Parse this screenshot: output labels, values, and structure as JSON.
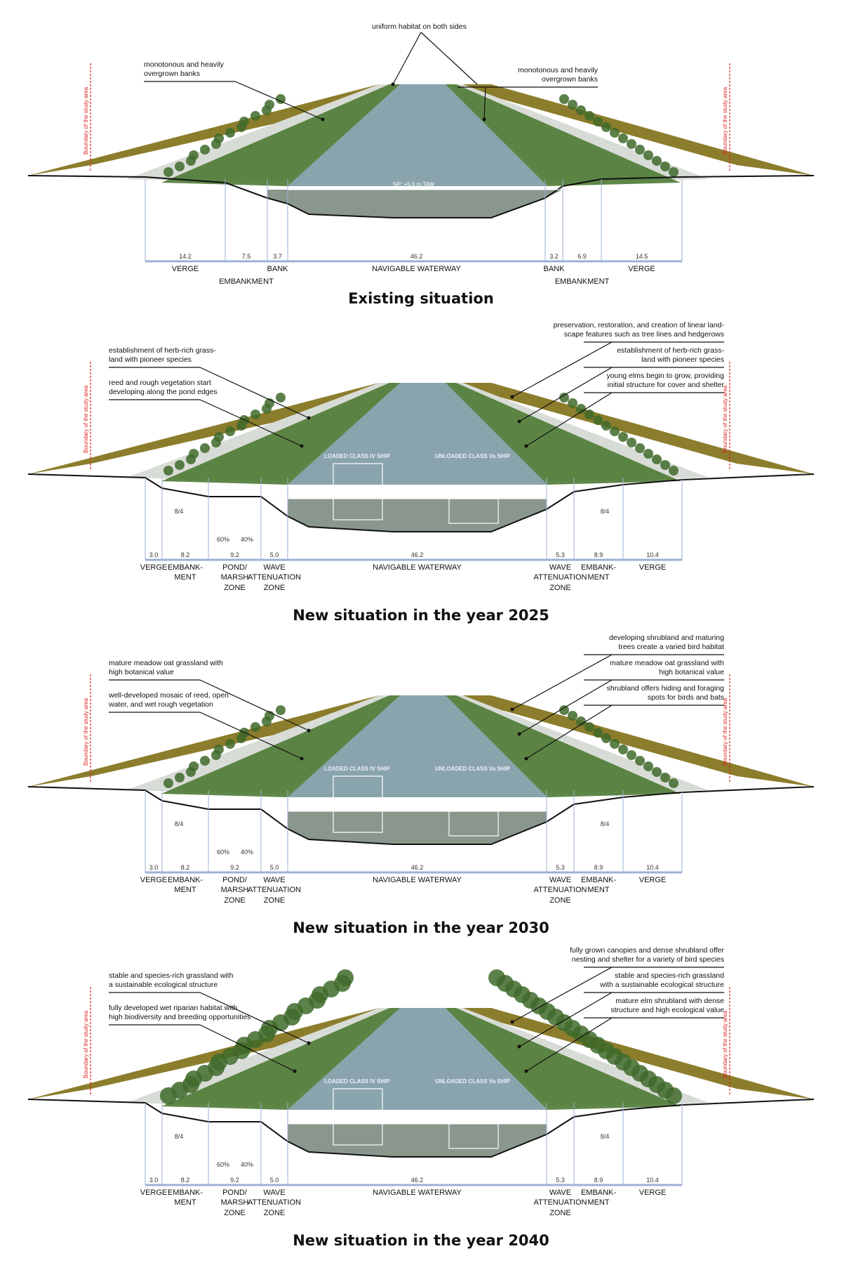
{
  "boundary_label": "Boundary of the study area",
  "water_level": "NP: +5.6 m TAW",
  "ships": {
    "loaded": "LOADED CLASS IV SHIP",
    "unloaded": "UNLOADED CLASS Va SHIP"
  },
  "slope": "8/4",
  "pond_ratios": [
    "60%",
    "40%"
  ],
  "colors": {
    "grass": "#8c7d2c",
    "veg": "#4e7a34",
    "water": "#8aa4ad",
    "boundary": "#dd2222",
    "dimline": "#9db0d6"
  },
  "panels": [
    {
      "title": "Existing situation",
      "annotations": [
        {
          "text": "uniform habitat on both sides",
          "side": "c"
        },
        {
          "text": "monotonous and heavily\novergrown banks",
          "side": "l"
        },
        {
          "text": "monotonous and heavily\novergrown banks",
          "side": "r"
        }
      ],
      "dims": [
        "14.2",
        "7.5",
        "3.7",
        "46.2",
        "3.2",
        "6.9",
        "14.5"
      ],
      "zones": [
        "VERGE",
        "EMBANKMENT",
        "BANK",
        "NAVIGABLE WATERWAY",
        "BANK",
        "EMBANKMENT",
        "VERGE"
      ]
    },
    {
      "title": "New situation in the year 2025",
      "annotations": [
        {
          "text": "establishment of herb-rich grass-\nland with pioneer species",
          "side": "l"
        },
        {
          "text": "reed and rough vegetation start\ndeveloping along the pond edges",
          "side": "l"
        },
        {
          "text": "preservation, restoration, and creation of linear land-\nscape features such as tree lines and hedgerows",
          "side": "r"
        },
        {
          "text": "establishment of herb-rich grass-\nland with pioneer species",
          "side": "r"
        },
        {
          "text": "young elms begin to grow, providing\ninitial structure for cover and shelter",
          "side": "r"
        }
      ],
      "dims": [
        "3.0",
        "8.2",
        "9.2",
        "5.0",
        "46.2",
        "5.3",
        "8.9",
        "10.4"
      ],
      "zones": [
        "VERGE",
        "EMBANK-\nMENT",
        "POND/\nMARSH\nZONE",
        "WAVE\nATTENUATION\nZONE",
        "NAVIGABLE WATERWAY",
        "WAVE\nATTENUATION\nZONE",
        "EMBANK-\nMENT",
        "VERGE"
      ]
    },
    {
      "title": "New situation in the year 2030",
      "annotations": [
        {
          "text": "mature meadow oat grassland with\nhigh botanical value",
          "side": "l"
        },
        {
          "text": "well-developed mosaic of reed, open\nwater, and wet rough vegetation",
          "side": "l"
        },
        {
          "text": "developing shrubland and maturing\ntrees create a varied bird habitat",
          "side": "r"
        },
        {
          "text": "mature meadow oat grassland with\nhigh botanical value",
          "side": "r"
        },
        {
          "text": "shrubland offers hiding and foraging\nspots for birds and bats",
          "side": "r"
        }
      ],
      "dims": [
        "3.0",
        "8.2",
        "9.2",
        "5.0",
        "46.2",
        "5.3",
        "8.9",
        "10.4"
      ],
      "zones": [
        "VERGE",
        "EMBANK-\nMENT",
        "POND/\nMARSH\nZONE",
        "WAVE\nATTENUATION\nZONE",
        "NAVIGABLE WATERWAY",
        "WAVE\nATTENUATION\nZONE",
        "EMBANK-\nMENT",
        "VERGE"
      ]
    },
    {
      "title": "New situation in the year 2040",
      "annotations": [
        {
          "text": "stable and species-rich grassland with\na sustainable ecological structure",
          "side": "l"
        },
        {
          "text": "fully developed wet riparian habitat with\nhigh biodiversity and breeding opportunities",
          "side": "l"
        },
        {
          "text": "fully grown canopies and dense shrubland offer\nnesting and shelter for a variety of bird species",
          "side": "r"
        },
        {
          "text": "stable and species-rich grassland\nwith a sustainable ecological structure",
          "side": "r"
        },
        {
          "text": "mature elm shrubland with dense\nstructure and high ecological value",
          "side": "r"
        }
      ],
      "dims": [
        "3.0",
        "8.2",
        "9.2",
        "5.0",
        "46.2",
        "5.3",
        "8.9",
        "10.4"
      ],
      "zones": [
        "VERGE",
        "EMBANK-\nMENT",
        "POND/\nMARSH\nZONE",
        "WAVE\nATTENUATION\nZONE",
        "NAVIGABLE WATERWAY",
        "WAVE\nATTENUATION\nZONE",
        "EMBANK-\nMENT",
        "VERGE"
      ]
    }
  ]
}
